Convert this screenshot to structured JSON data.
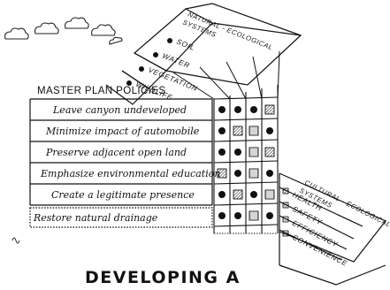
{
  "heading": "MASTER PLAN POLICIES",
  "policies": [
    "Leave canyon undeveloped",
    "Minimize impact of automobile",
    "Preserve adjacent open land",
    "Emphasize environmental education",
    "Create a legitimate presence",
    "Restore natural drainage"
  ],
  "natural_systems": {
    "title_line1": "NATURAL - ECOLOGICAL",
    "title_line2": "SYSTEMS",
    "items": [
      "SOIL",
      "WATER",
      "VEGETATION",
      "WILDLIFE"
    ]
  },
  "cultural_systems": {
    "title_line1": "CULTURAL - ECOLOGICAL",
    "title_line2": "SYSTEMS",
    "items": [
      "HEALTH",
      "SAFETY",
      "EFFICIENCY",
      "CONVENIENCE"
    ]
  },
  "caption": "DEVELOPING A",
  "matrix_symbols": [
    [
      "dot",
      "dot",
      "dot",
      "sq-hatch"
    ],
    [
      "dot",
      "sq-hatch",
      "sq-dot",
      "dot"
    ],
    [
      "dot",
      "dot",
      "sq-dot",
      "sq-hatch"
    ],
    [
      "sq-hatch",
      "dot",
      "sq-dot",
      "dot"
    ],
    [
      "dot",
      "sq-hatch",
      "dot",
      "sq-dot"
    ],
    [
      "dot",
      "dot",
      "sq-dot",
      "dot"
    ]
  ]
}
